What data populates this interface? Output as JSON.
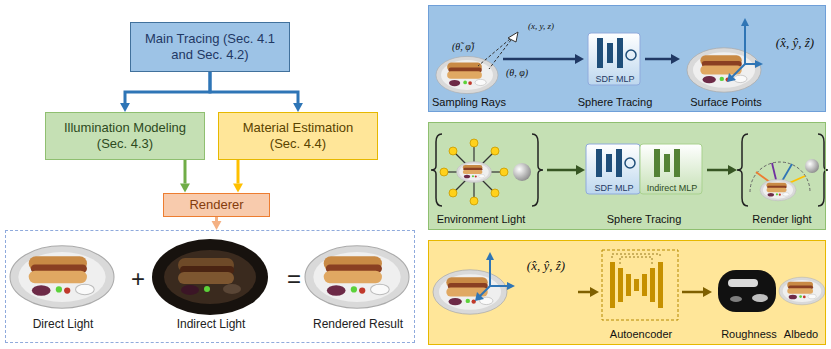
{
  "diagram": {
    "nodes": [
      {
        "text": [
          "Main Tracing (Sec. 4.1 and Sec. 4.2)"
        ]
      },
      {
        "text": [
          "Illumination Modeling (Sec. 4.3)"
        ]
      },
      {
        "text": [
          "Material Estimation (Sec. 4.4)"
        ]
      },
      {
        "text": [
          "Renderer"
        ]
      },
      {
        "text": [
          "Direct Light",
          "+",
          "Indirect Light",
          "=",
          "Rendered Result"
        ]
      },
      {
        "text": [
          "(θ̃, φ̃)",
          "(x, y, z)",
          "(θ, φ)",
          "Sampling Rays",
          "Sphere Tracing",
          "(x̂, ŷ, ẑ)",
          "Surface Points"
        ]
      },
      {
        "text": [
          "SDF MLP"
        ],
        "in": 5
      },
      {
        "text": [
          "Environment Light",
          "Sphere Tracing",
          "Render light"
        ]
      },
      {
        "text": [
          "SDF MLP"
        ],
        "in": 7
      },
      {
        "text": [
          "Indirect MLP"
        ],
        "in": 7
      },
      {
        "text": [
          "(x̂, ŷ, ẑ)",
          "Autoencoder",
          "Roughness",
          "Albedo"
        ]
      }
    ],
    "edges": [
      {
        "from": 0,
        "to": 1,
        "arrow": "to"
      },
      {
        "from": 0,
        "to": 2,
        "arrow": "to"
      },
      {
        "from": 1,
        "to": 3,
        "arrow": "to"
      },
      {
        "from": 2,
        "to": 3,
        "arrow": "to"
      },
      {
        "from": 3,
        "to": 4,
        "arrow": "to"
      }
    ]
  }
}
